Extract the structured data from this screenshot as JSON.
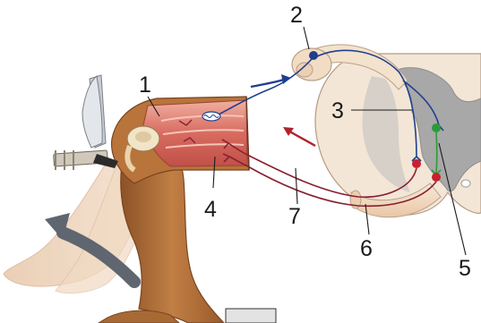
{
  "labels": {
    "l1": "1",
    "l2": "2",
    "l3": "3",
    "l4": "4",
    "l5": "5",
    "l6": "6",
    "l7": "7"
  },
  "colors": {
    "sensory_nerve": "#1f3f8f",
    "motor_nerve": "#8a1f2f",
    "interneuron": "#2d9a3a",
    "spinal_grey": "#a8a8a8",
    "spinal_white": "#f3e6d6",
    "muscle": "#d97a6e",
    "skin": "#b8743a",
    "movement_arrow": "#5f6670"
  }
}
